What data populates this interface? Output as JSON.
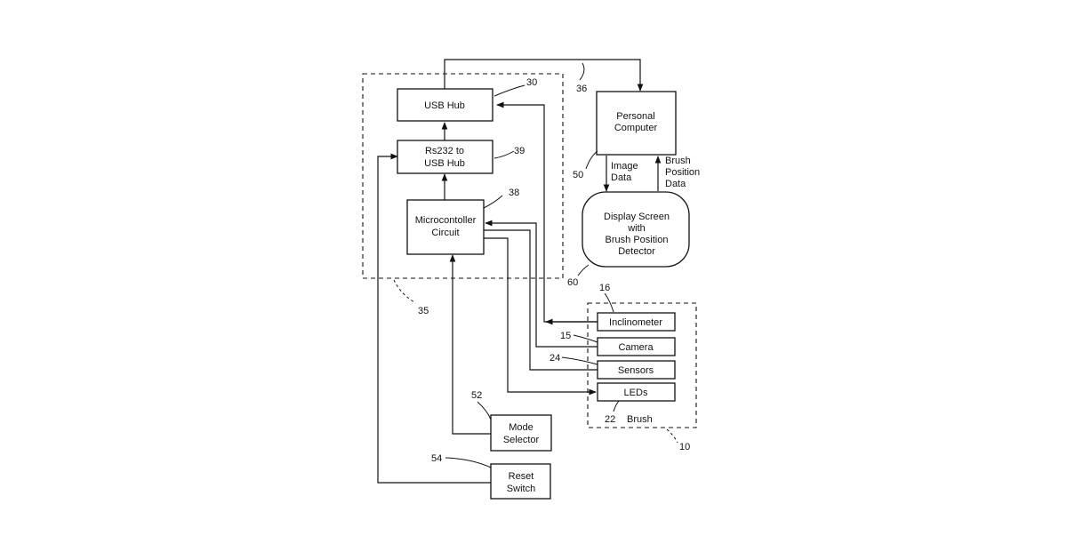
{
  "blocks": {
    "usb_hub": "USB Hub",
    "rs232_line1": "Rs232 to",
    "rs232_line2": "USB Hub",
    "micro_line1": "Microcontoller",
    "micro_line2": "Circuit",
    "pc_line1": "Personal",
    "pc_line2": "Computer",
    "display_line1": "Display Screen",
    "display_line2": "with",
    "display_line3": "Brush Position",
    "display_line4": "Detector",
    "inclinometer": "Inclinometer",
    "camera": "Camera",
    "sensors": "Sensors",
    "leds": "LEDs",
    "brush": "Brush",
    "mode_line1": "Mode",
    "mode_line2": "Selector",
    "reset_line1": "Reset",
    "reset_line2": "Switch"
  },
  "flow_labels": {
    "image_line1": "Image",
    "image_line2": "Data",
    "brush_pos_line1": "Brush",
    "brush_pos_line2": "Position",
    "brush_pos_line3": "Data"
  },
  "refs": {
    "r30": "30",
    "r36": "36",
    "r39": "39",
    "r38": "38",
    "r50": "50",
    "r60": "60",
    "r35": "35",
    "r16": "16",
    "r15": "15",
    "r24": "24",
    "r22": "22",
    "r10": "10",
    "r52": "52",
    "r54": "54"
  }
}
